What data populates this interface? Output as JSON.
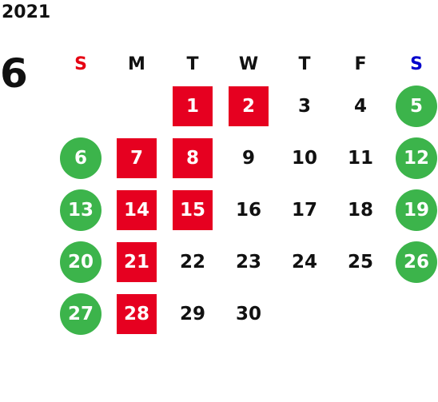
{
  "calendar": {
    "year": "2021",
    "month": "6",
    "weekdays": [
      {
        "label": "S",
        "kind": "sun"
      },
      {
        "label": "M",
        "kind": "normal"
      },
      {
        "label": "T",
        "kind": "normal"
      },
      {
        "label": "W",
        "kind": "normal"
      },
      {
        "label": "T",
        "kind": "normal"
      },
      {
        "label": "F",
        "kind": "normal"
      },
      {
        "label": "S",
        "kind": "sat"
      }
    ],
    "weeks": [
      [
        null,
        null,
        {
          "day": "1",
          "style": "red"
        },
        {
          "day": "2",
          "style": "red"
        },
        {
          "day": "3",
          "style": "plain"
        },
        {
          "day": "4",
          "style": "plain"
        },
        {
          "day": "5",
          "style": "green"
        }
      ],
      [
        {
          "day": "6",
          "style": "green"
        },
        {
          "day": "7",
          "style": "red"
        },
        {
          "day": "8",
          "style": "red"
        },
        {
          "day": "9",
          "style": "plain"
        },
        {
          "day": "10",
          "style": "plain"
        },
        {
          "day": "11",
          "style": "plain"
        },
        {
          "day": "12",
          "style": "green"
        }
      ],
      [
        {
          "day": "13",
          "style": "green"
        },
        {
          "day": "14",
          "style": "red"
        },
        {
          "day": "15",
          "style": "red"
        },
        {
          "day": "16",
          "style": "plain"
        },
        {
          "day": "17",
          "style": "plain"
        },
        {
          "day": "18",
          "style": "plain"
        },
        {
          "day": "19",
          "style": "green"
        }
      ],
      [
        {
          "day": "20",
          "style": "green"
        },
        {
          "day": "21",
          "style": "red"
        },
        {
          "day": "22",
          "style": "plain"
        },
        {
          "day": "23",
          "style": "plain"
        },
        {
          "day": "24",
          "style": "plain"
        },
        {
          "day": "25",
          "style": "plain"
        },
        {
          "day": "26",
          "style": "green"
        }
      ],
      [
        {
          "day": "27",
          "style": "green"
        },
        {
          "day": "28",
          "style": "red"
        },
        {
          "day": "29",
          "style": "plain"
        },
        {
          "day": "30",
          "style": "plain"
        },
        null,
        null,
        null
      ]
    ],
    "colors": {
      "red_day": "#e60020",
      "green_day": "#3cb44b",
      "sunday_label": "#e60012",
      "saturday_label": "#0000cc"
    }
  }
}
